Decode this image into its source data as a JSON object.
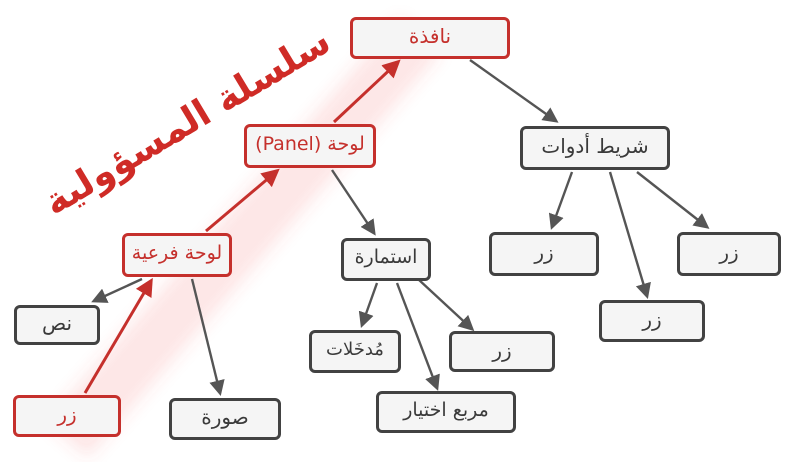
{
  "title": {
    "label": "سلسلة المسؤولية"
  },
  "colors": {
    "accent_red": "#c5302c",
    "node_border": "#424242",
    "node_fill": "#f5f5f5",
    "arrow_gray": "#555555",
    "highlight_band": "#ef5350"
  },
  "nodes": {
    "window": {
      "label": "نافذة"
    },
    "panel": {
      "label": "لوحة (Panel)"
    },
    "toolbar": {
      "label": "شريط أدوات"
    },
    "subpanel": {
      "label": "لوحة فرعية"
    },
    "form": {
      "label": "استمارة"
    },
    "text": {
      "label": "نص"
    },
    "inputs": {
      "label": "مُدخَلات"
    },
    "checkbox": {
      "label": "مربع اختيار"
    },
    "image": {
      "label": "صورة"
    },
    "button_red": {
      "label": "زر"
    },
    "form_button": {
      "label": "زر"
    },
    "toolbar_button_1": {
      "label": "زر"
    },
    "toolbar_button_2": {
      "label": "زر"
    },
    "toolbar_button_3": {
      "label": "زر"
    }
  },
  "edges": [
    {
      "from": "window",
      "to": "toolbar",
      "highlighted": false
    },
    {
      "from": "toolbar",
      "to": "toolbar_button_1",
      "highlighted": false
    },
    {
      "from": "toolbar",
      "to": "toolbar_button_2",
      "highlighted": false
    },
    {
      "from": "toolbar",
      "to": "toolbar_button_3",
      "highlighted": false
    },
    {
      "from": "panel",
      "to": "form",
      "highlighted": false
    },
    {
      "from": "subpanel",
      "to": "text",
      "highlighted": false
    },
    {
      "from": "subpanel",
      "to": "image",
      "highlighted": false
    },
    {
      "from": "form",
      "to": "inputs",
      "highlighted": false
    },
    {
      "from": "form",
      "to": "form_button",
      "highlighted": false
    },
    {
      "from": "form",
      "to": "checkbox",
      "highlighted": false
    },
    {
      "from": "button_red",
      "to": "subpanel",
      "highlighted": true
    },
    {
      "from": "subpanel",
      "to": "panel",
      "highlighted": true
    },
    {
      "from": "panel",
      "to": "window",
      "highlighted": true
    }
  ]
}
